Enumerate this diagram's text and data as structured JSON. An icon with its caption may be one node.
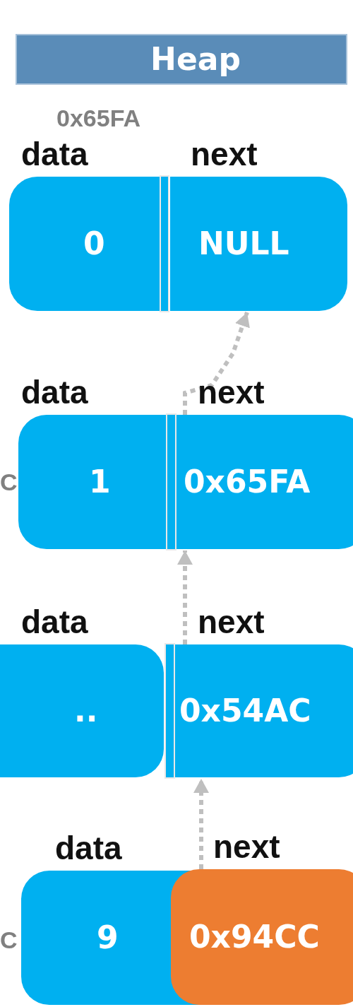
{
  "diagram": {
    "nodes": [
      {
        "text": [
          "Heap"
        ]
      },
      {
        "text": [
          "data",
          "0"
        ]
      },
      {
        "text": [
          "next",
          "NULL"
        ]
      },
      {
        "text": [
          "data",
          "1"
        ]
      },
      {
        "text": [
          "next",
          "0x65FA"
        ]
      },
      {
        "text": [
          "data",
          ".."
        ]
      },
      {
        "text": [
          "next",
          "0x54AC"
        ]
      },
      {
        "text": [
          "data",
          "9"
        ]
      },
      {
        "text": [
          "next",
          "0x94CC"
        ]
      }
    ],
    "edges": [
      {
        "from": 4,
        "to": 2,
        "arrow": "to",
        "style": "dashed"
      },
      {
        "from": 6,
        "to": 4,
        "arrow": "to",
        "style": "dashed"
      },
      {
        "from": 8,
        "to": 6,
        "arrow": "to",
        "style": "dashed"
      }
    ],
    "labels": [
      "0x65FA",
      "C",
      "C"
    ]
  }
}
